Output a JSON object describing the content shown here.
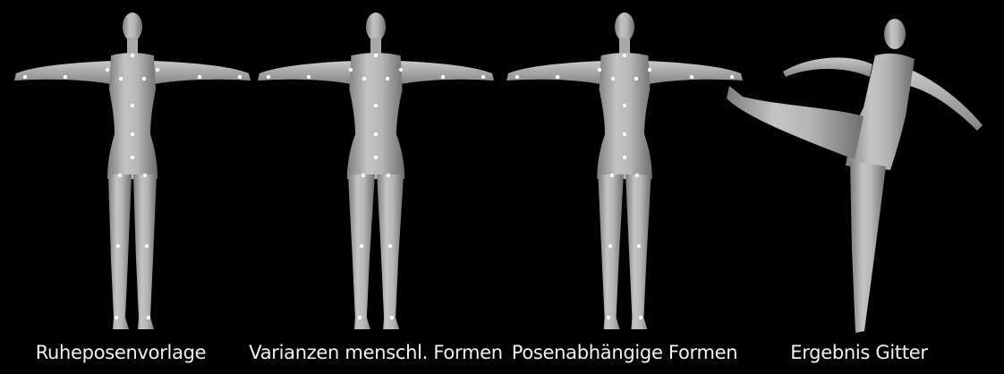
{
  "panels": [
    {
      "id": "rest",
      "caption": "Ruheposenvorlage",
      "show_joints": true
    },
    {
      "id": "shape",
      "caption": "Varianzen menschl. Formen",
      "show_joints": true
    },
    {
      "id": "pose",
      "caption": "Posenabhängige Formen",
      "show_joints": true
    },
    {
      "id": "result",
      "caption": "Ergebnis Gitter",
      "show_joints": false
    }
  ],
  "colors": {
    "background": "#000000",
    "body": "#bdbdbd",
    "body_shade": "#8a8a8a",
    "joint": "#ffffff",
    "caption": "#f2f2f2"
  }
}
